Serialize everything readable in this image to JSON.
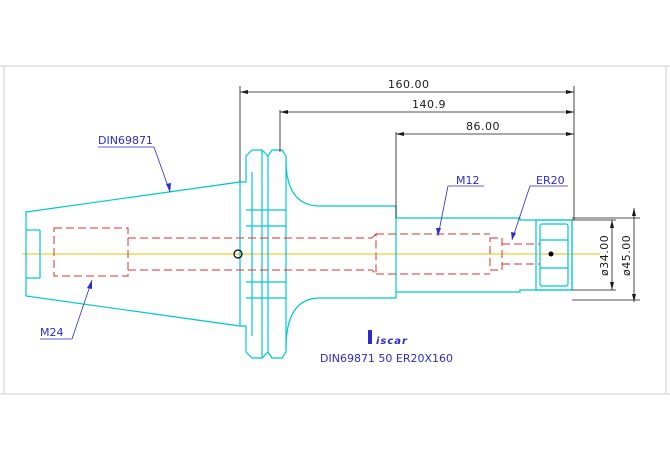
{
  "dimensions": {
    "length_total": "160.00",
    "length_body": "140.9",
    "length_nose": "86.00",
    "diameter_nose": "ø34.00",
    "diameter_flange": "ø45.00"
  },
  "callouts": {
    "taper": "DIN69871",
    "pull_stud_thread": "M24",
    "internal_thread": "M12",
    "collet": "ER20"
  },
  "logo": {
    "text": "iscar"
  },
  "designation": "DIN69871  50  ER20X160",
  "colors": {
    "outline": "#00c8d2",
    "hidden": "#e03030",
    "centerline": "#d8c800",
    "dimension": "#1a1a1a",
    "callout": "#2b2bd4",
    "border": "#cfcfcf"
  }
}
